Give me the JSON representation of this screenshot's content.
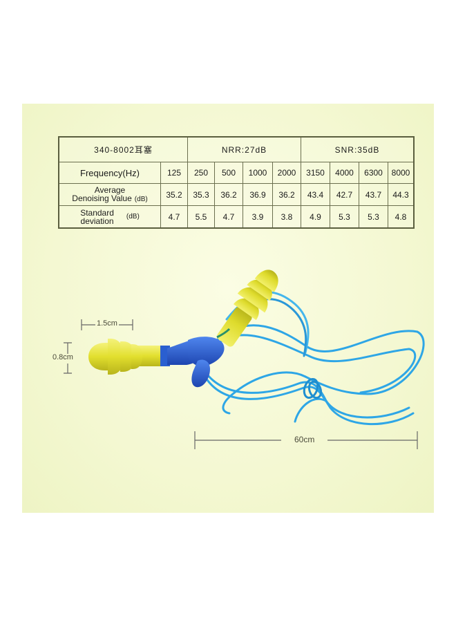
{
  "table": {
    "model": "340-8002耳塞",
    "nrr": "NRR:27dB",
    "snr": "SNR:35dB",
    "freq_label": "Frequency(Hz)",
    "frequencies": [
      "125",
      "250",
      "500",
      "1000",
      "2000",
      "3150",
      "4000",
      "6300",
      "8000"
    ],
    "avg_label_1": "Average",
    "avg_label_2": "Denoising Value",
    "avg_unit": "(dB)",
    "avg_values": [
      "35.2",
      "35.3",
      "36.2",
      "36.9",
      "36.2",
      "43.4",
      "42.7",
      "43.7",
      "44.3"
    ],
    "std_label_1": "Standard",
    "std_label_2": "deviation",
    "std_unit": "(dB)",
    "std_values": [
      "4.7",
      "5.5",
      "4.7",
      "3.9",
      "3.8",
      "4.9",
      "5.3",
      "5.3",
      "4.8"
    ]
  },
  "dimensions": {
    "length": "1.5cm",
    "diameter": "0.8cm",
    "cord": "60cm"
  },
  "colors": {
    "plug_yellow": "#e6e43a",
    "connector_blue": "#2a5fd0",
    "cord_blue": "#2ea6e6"
  }
}
